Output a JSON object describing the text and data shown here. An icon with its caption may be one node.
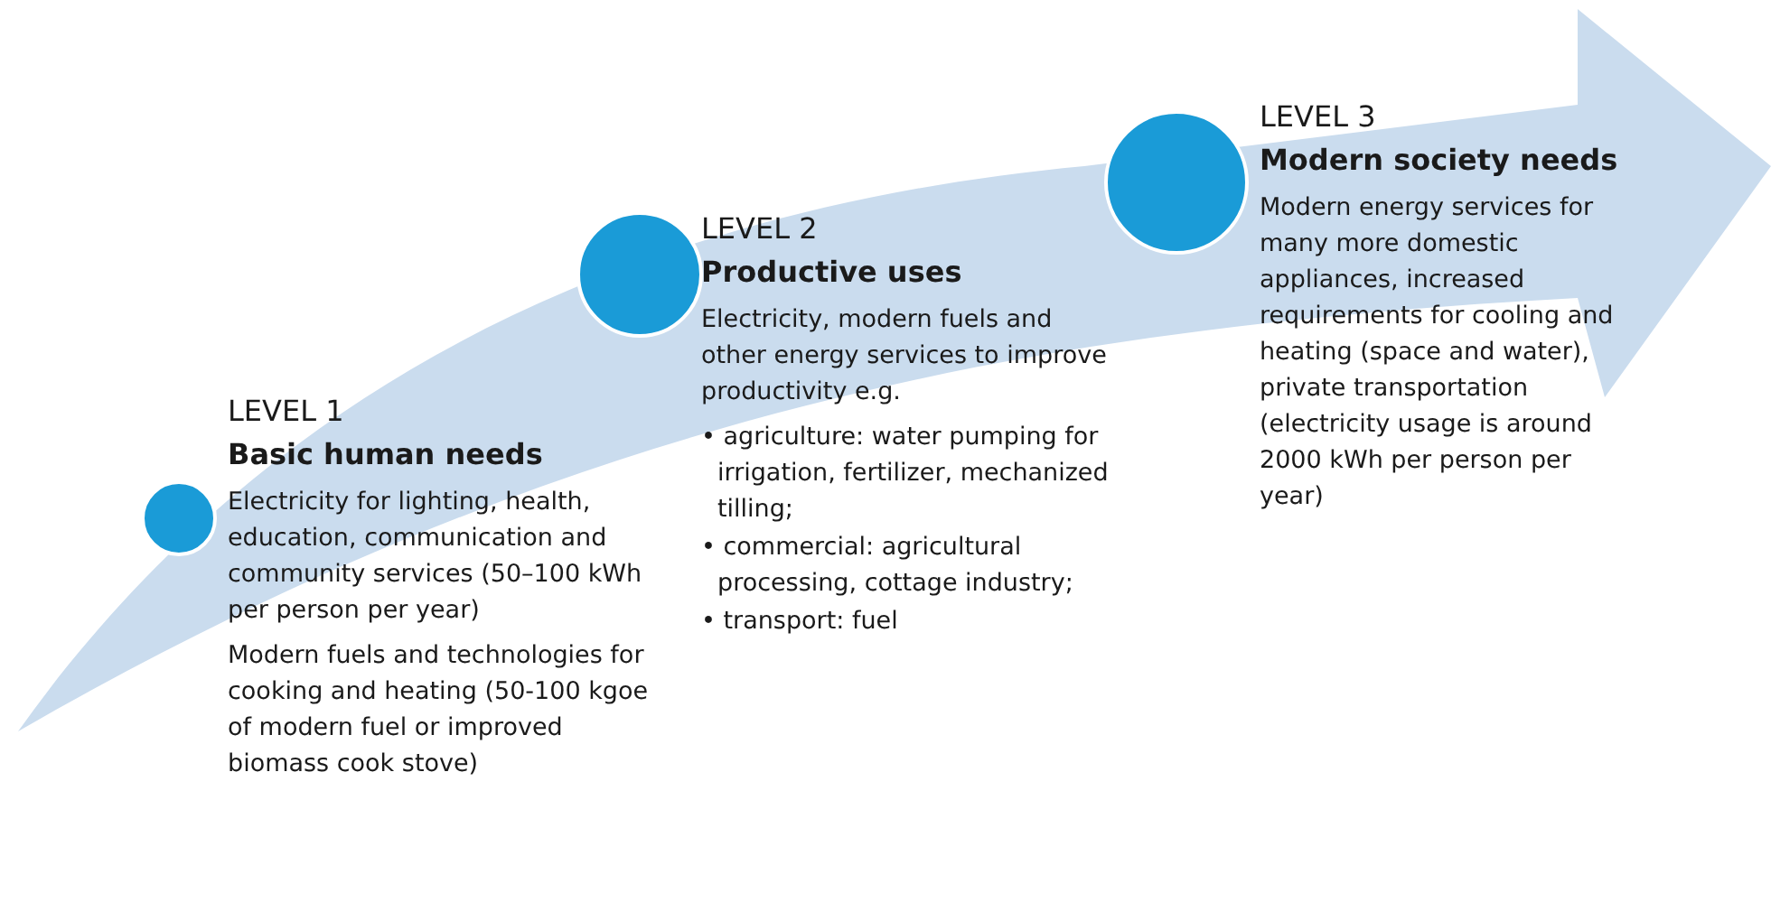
{
  "diagram": {
    "nodes": [
      {
        "text": [],
        "shape": "circle",
        "beside": [
          "LEVEL 1",
          "Basic human needs",
          "Electricity for lighting, health, education, communication and community services (50–100 kWh per person per year)",
          "Modern fuels and technologies for cooking and heating (50-100 kgoe of modern fuel or improved biomass cook stove)"
        ]
      },
      {
        "text": [],
        "shape": "circle",
        "beside": [
          "LEVEL 2",
          "Productive uses",
          "Electricity, modern fuels and other energy services to improve productivity e.g.",
          "• agriculture: water pumping for irrigation, fertilizer, mechanized tilling;",
          "• commercial: agricultural processing, cottage industry;",
          "• transport: fuel"
        ]
      },
      {
        "text": [],
        "shape": "circle",
        "beside": [
          "LEVEL 3",
          "Modern society needs",
          "Modern energy services for many more domestic appliances, increased requirements for cooling and heating (space and water), private transportation (electricity usage is around 2000 kWh per person per year)"
        ]
      }
    ]
  }
}
